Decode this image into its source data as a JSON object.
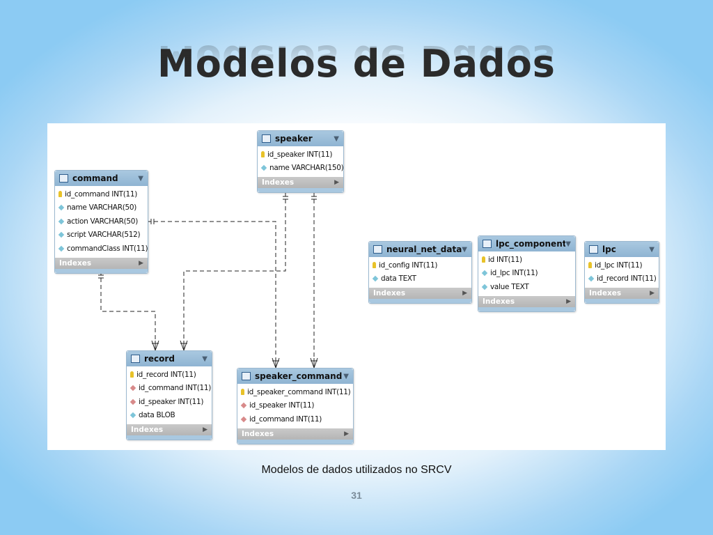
{
  "title": "Modelos de Dados",
  "caption": "Modelos de dados utilizados no SRCV",
  "page_number": "31",
  "indexes_label": "Indexes",
  "colors": {
    "header": "#a9c8e0",
    "border": "#9bb8cf",
    "footer": "#c0c0c0",
    "primary_key": "#e8c229",
    "attribute": "#7ec5d9",
    "foreign_key": "#d88a8a"
  },
  "tables": {
    "command": {
      "name": "command",
      "columns": [
        {
          "text": "id_command INT(11)",
          "kind": "pk"
        },
        {
          "text": "name VARCHAR(50)",
          "kind": "attr"
        },
        {
          "text": "action VARCHAR(50)",
          "kind": "attr"
        },
        {
          "text": "script VARCHAR(512)",
          "kind": "attr"
        },
        {
          "text": "commandClass INT(11)",
          "kind": "attr"
        }
      ]
    },
    "speaker": {
      "name": "speaker",
      "columns": [
        {
          "text": "id_speaker INT(11)",
          "kind": "pk"
        },
        {
          "text": "name VARCHAR(150)",
          "kind": "attr"
        }
      ]
    },
    "record": {
      "name": "record",
      "columns": [
        {
          "text": "id_record INT(11)",
          "kind": "pk"
        },
        {
          "text": "id_command INT(11)",
          "kind": "fk"
        },
        {
          "text": "id_speaker INT(11)",
          "kind": "fk"
        },
        {
          "text": "data BLOB",
          "kind": "attr"
        }
      ]
    },
    "speaker_command": {
      "name": "speaker_command",
      "columns": [
        {
          "text": "id_speaker_command INT(11)",
          "kind": "pk"
        },
        {
          "text": "id_speaker INT(11)",
          "kind": "fk"
        },
        {
          "text": "id_command INT(11)",
          "kind": "fk"
        }
      ]
    },
    "neural_net_data": {
      "name": "neural_net_data",
      "columns": [
        {
          "text": "id_config INT(11)",
          "kind": "pk"
        },
        {
          "text": "data TEXT",
          "kind": "attr"
        }
      ]
    },
    "lpc_component": {
      "name": "lpc_component",
      "columns": [
        {
          "text": "id INT(11)",
          "kind": "pk"
        },
        {
          "text": "id_lpc INT(11)",
          "kind": "attr"
        },
        {
          "text": "value TEXT",
          "kind": "attr"
        }
      ]
    },
    "lpc": {
      "name": "lpc",
      "columns": [
        {
          "text": "id_lpc INT(11)",
          "kind": "pk"
        },
        {
          "text": "id_record INT(11)",
          "kind": "attr"
        }
      ]
    }
  }
}
